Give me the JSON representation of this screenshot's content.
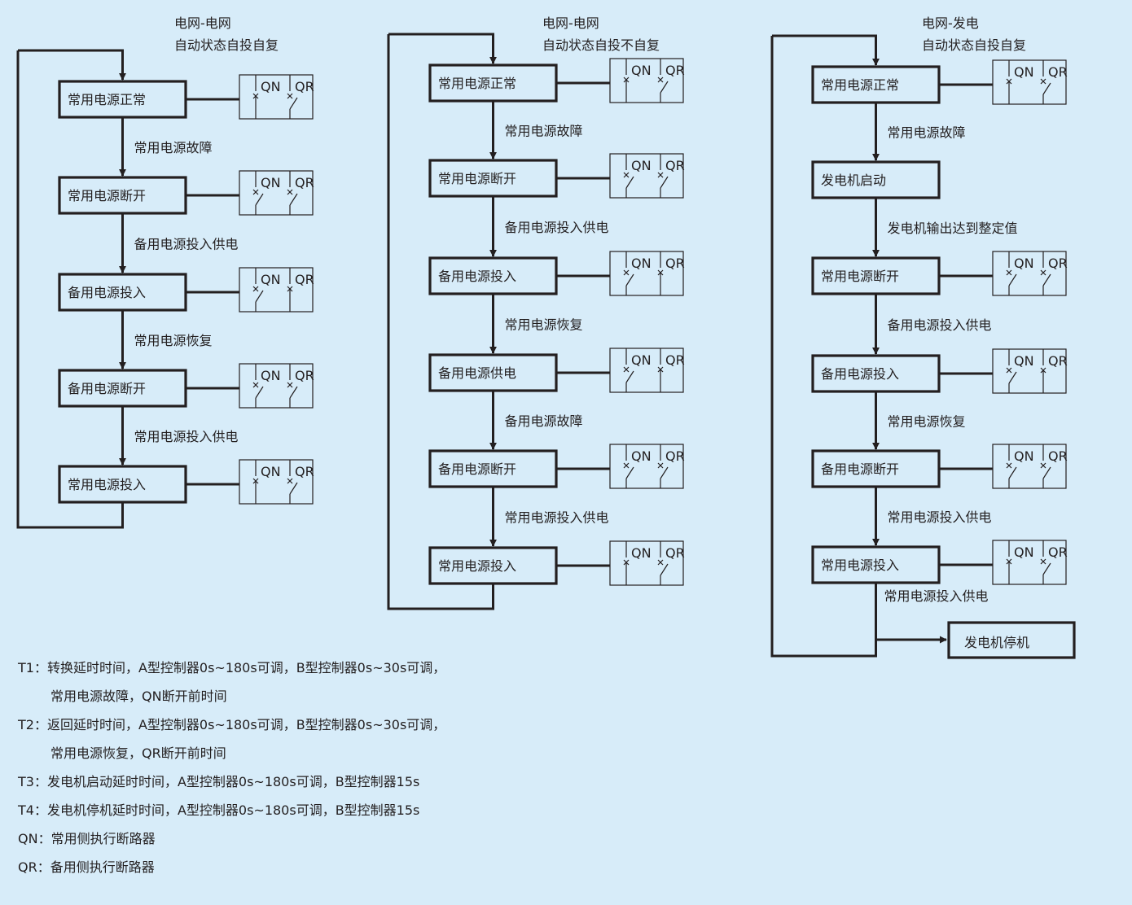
{
  "columns": [
    {
      "header": [
        "电网-电网",
        "自动状态自投自复"
      ],
      "states": [
        {
          "label": "常用电源正常",
          "qn": "closed",
          "qr": "open"
        },
        {
          "label": "常用电源断开",
          "qn": "open",
          "qr": "open"
        },
        {
          "label": "备用电源投入",
          "qn": "open",
          "qr": "closed"
        },
        {
          "label": "备用电源断开",
          "qn": "open",
          "qr": "open"
        },
        {
          "label": "常用电源投入",
          "qn": "closed",
          "qr": "open"
        }
      ],
      "transitions": [
        "常用电源故障",
        "备用电源投入供电",
        "常用电源恢复",
        "常用电源投入供电"
      ]
    },
    {
      "header": [
        "电网-电网",
        "自动状态自投不自复"
      ],
      "states": [
        {
          "label": "常用电源正常",
          "qn": "closed",
          "qr": "open"
        },
        {
          "label": "常用电源断开",
          "qn": "open",
          "qr": "open"
        },
        {
          "label": "备用电源投入",
          "qn": "open",
          "qr": "closed"
        },
        {
          "label": "备用电源供电",
          "qn": "open",
          "qr": "closed"
        },
        {
          "label": "备用电源断开",
          "qn": "open",
          "qr": "open"
        },
        {
          "label": "常用电源投入",
          "qn": "closed",
          "qr": "open"
        }
      ],
      "transitions": [
        "常用电源故障",
        "备用电源投入供电",
        "常用电源恢复",
        "备用电源故障",
        "常用电源投入供电"
      ]
    },
    {
      "header": [
        "电网-发电",
        "自动状态自投自复"
      ],
      "states": [
        {
          "label": "常用电源正常",
          "qn": "closed",
          "qr": "open"
        },
        {
          "label": "发电机启动",
          "qn": null,
          "qr": null
        },
        {
          "label": "常用电源断开",
          "qn": "open",
          "qr": "open"
        },
        {
          "label": "备用电源投入",
          "qn": "open",
          "qr": "closed"
        },
        {
          "label": "备用电源断开",
          "qn": "open",
          "qr": "open"
        },
        {
          "label": "常用电源投入",
          "qn": "closed",
          "qr": "open"
        }
      ],
      "transitions": [
        "常用电源故障",
        "发电机输出达到整定值",
        "备用电源投入供电",
        "常用电源恢复",
        "常用电源投入供电"
      ],
      "branch_label": "常用电源投入供电",
      "end_state": "发电机停机"
    }
  ],
  "switch_labels": {
    "qn": "QN",
    "qr": "QR"
  },
  "notes": [
    {
      "text": "T1：转换延时时间，A型控制器0s~180s可调，B型控制器0s~30s可调，",
      "indent": false
    },
    {
      "text": "常用电源故障，QN断开前时间",
      "indent": true
    },
    {
      "text": "T2：返回延时时间，A型控制器0s~180s可调，B型控制器0s~30s可调，",
      "indent": false
    },
    {
      "text": "常用电源恢复，QR断开前时间",
      "indent": true
    },
    {
      "text": "T3：发电机启动延时时间，A型控制器0s~180s可调，B型控制器15s",
      "indent": false
    },
    {
      "text": "T4：发电机停机延时时间，A型控制器0s~180s可调，B型控制器15s",
      "indent": false
    },
    {
      "text": "QN：常用侧执行断路器",
      "indent": false
    },
    {
      "text": "QR：备用侧执行断路器",
      "indent": false
    }
  ],
  "colors": {
    "background": "#d7ecf9",
    "line": "#231f20"
  }
}
